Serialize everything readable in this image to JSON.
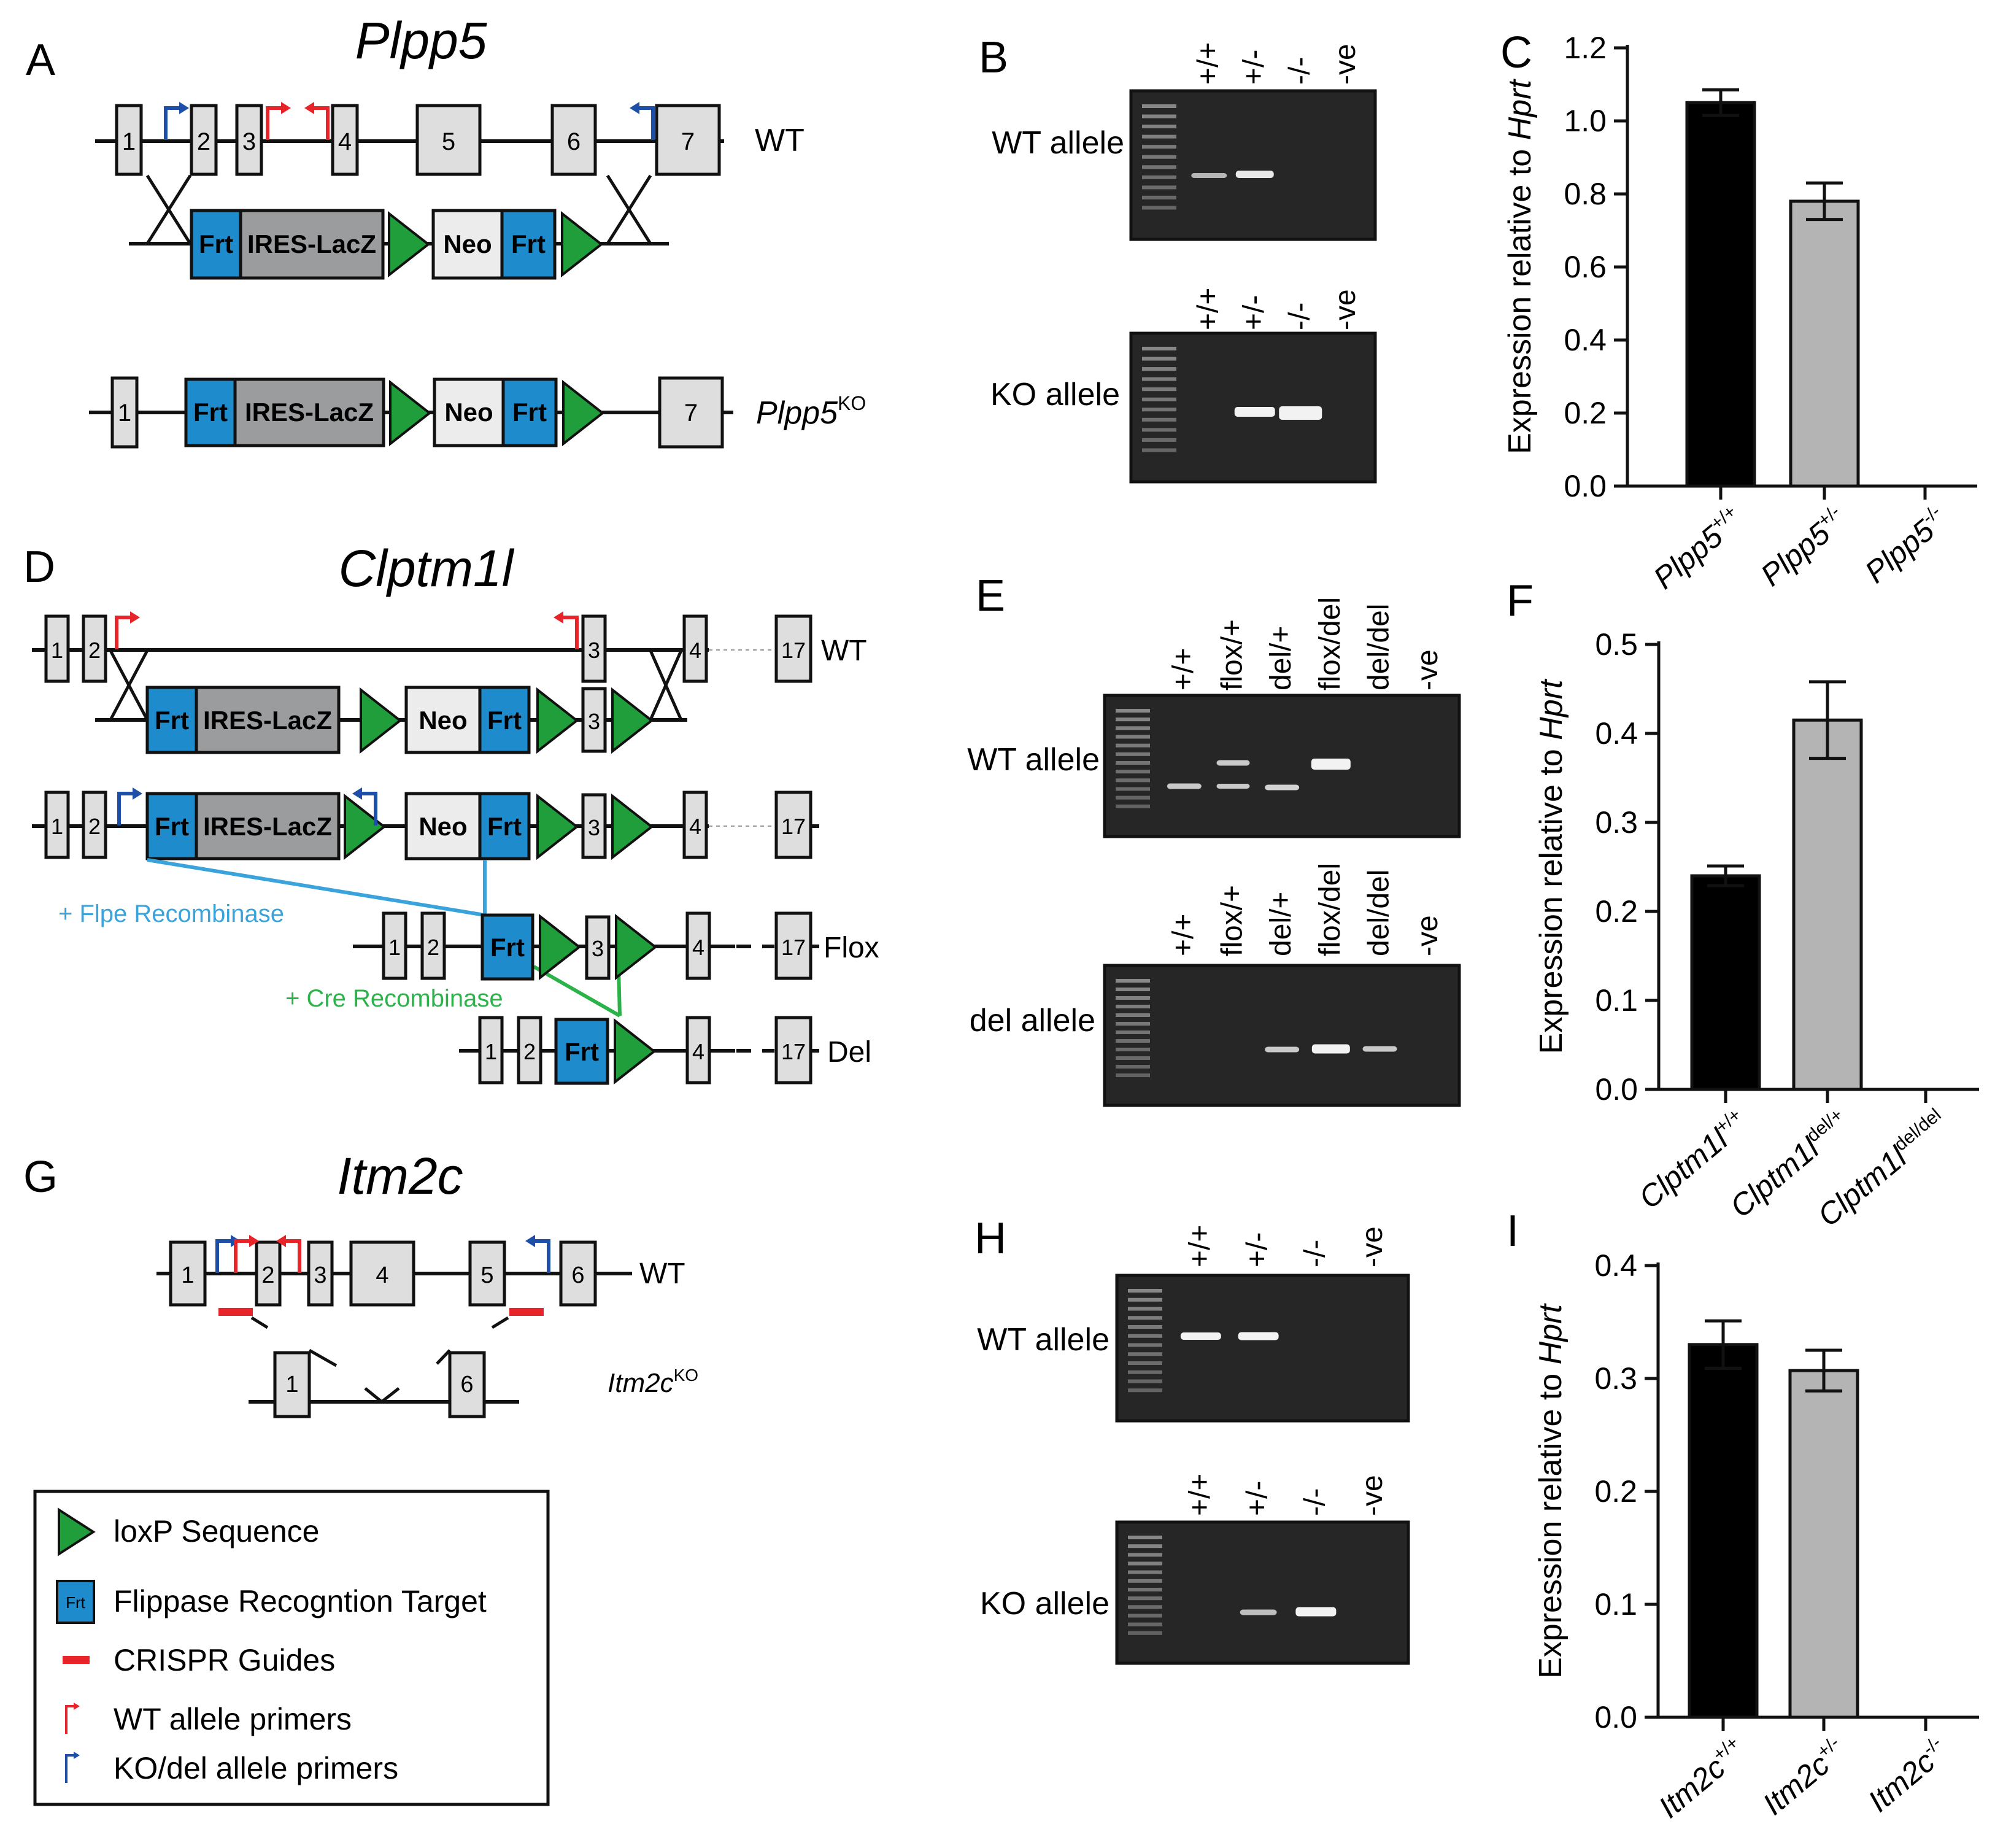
{
  "colors": {
    "frt": "#1e8ccc",
    "ires": "#9a9c9e",
    "exon": "#dedede",
    "neo": "#ececec",
    "loxp": "#1f9e3b",
    "primer_wt": "#e8242b",
    "primer_ko": "#1d4fa8",
    "flpe": "#3aa3dc",
    "cre": "#2bb34a",
    "crispr": "#e8242b",
    "bar_wt": "#000000",
    "bar_het": "#b4b4b4",
    "gel_bg": "#262626",
    "band": "#f2f2f2"
  },
  "panels": {
    "A": "A",
    "B": "B",
    "C": "C",
    "D": "D",
    "E": "E",
    "F": "F",
    "G": "G",
    "H": "H",
    "I": "I"
  },
  "gene_titles": {
    "plpp5": "Plpp5",
    "clptm1l": "Clptm1l",
    "itm2c": "Itm2c"
  },
  "panel_a": {
    "wt_label": "WT",
    "ko_label_base": "Plpp5",
    "ko_label_sup": "KO",
    "exons": [
      "1",
      "2",
      "3",
      "4",
      "5",
      "6",
      "7"
    ],
    "cassette": {
      "frt": "Frt",
      "ires": "IRES-LacZ",
      "neo": "Neo"
    }
  },
  "panel_d": {
    "exons": [
      "1",
      "2",
      "3",
      "4",
      "17"
    ],
    "labels": {
      "wt": "WT",
      "flox": "Flox",
      "del": "Del"
    },
    "flpe": "+ Flpe Recombinase",
    "cre": "+ Cre Recombinase",
    "cassette": {
      "frt": "Frt",
      "ires": "IRES-LacZ",
      "neo": "Neo"
    }
  },
  "panel_g": {
    "exons": [
      "1",
      "2",
      "3",
      "4",
      "5",
      "6"
    ],
    "wt_label": "WT",
    "ko_label_base": "Itm2c",
    "ko_label_sup": "KO"
  },
  "legend": {
    "loxp": "loxP Sequence",
    "frt_icon": "Frt",
    "frt": "Flippase Recogntion Target",
    "crispr": "CRISPR Guides",
    "wt_primers": "WT allele primers",
    "ko_primers": "KO/del allele primers"
  },
  "gels": {
    "B": {
      "top_label": "WT allele",
      "bottom_label": "KO allele",
      "lanes": [
        "+/+",
        "+/-",
        "-/-",
        "-ve"
      ]
    },
    "E": {
      "top_label": "WT allele",
      "bottom_label": "del allele",
      "lanes": [
        "+/+",
        "flox/+",
        "del/+",
        "flox/del",
        "del/del",
        "-ve"
      ]
    },
    "H": {
      "top_label": "WT allele",
      "bottom_label": "KO allele",
      "lanes": [
        "+/+",
        "+/-",
        "-/-",
        "-ve"
      ]
    }
  },
  "chart_data": [
    {
      "type": "bar",
      "panel": "C",
      "ylabel_prefix": "Expression relative to ",
      "ylabel_italic": "Hprt",
      "categories": [
        {
          "base": "Plpp5",
          "sup": "+/+"
        },
        {
          "base": "Plpp5",
          "sup": "+/-"
        },
        {
          "base": "Plpp5",
          "sup": "-/-"
        }
      ],
      "values": [
        1.05,
        0.78,
        0.0
      ],
      "errors": [
        0.035,
        0.05,
        0.0
      ],
      "ylim": [
        0,
        1.2
      ],
      "yticks": [
        "0.0",
        "0.2",
        "0.4",
        "0.6",
        "0.8",
        "1.0",
        "1.2"
      ]
    },
    {
      "type": "bar",
      "panel": "F",
      "ylabel_prefix": "Expression relative to ",
      "ylabel_italic": "Hprt",
      "categories": [
        {
          "base": "Clptm1l",
          "sup": "+/+"
        },
        {
          "base": "Clptm1l",
          "sup": "del/+"
        },
        {
          "base": "Clptm1l",
          "sup": "del/del"
        }
      ],
      "values": [
        0.24,
        0.415,
        0.0
      ],
      "errors": [
        0.011,
        0.043,
        0.0
      ],
      "ylim": [
        0,
        0.5
      ],
      "yticks": [
        "0.0",
        "0.1",
        "0.2",
        "0.3",
        "0.4",
        "0.5"
      ]
    },
    {
      "type": "bar",
      "panel": "I",
      "ylabel_prefix": "Expression relative to ",
      "ylabel_italic": "Hprt",
      "categories": [
        {
          "base": "Itm2c",
          "sup": "+/+"
        },
        {
          "base": "Itm2c",
          "sup": "+/-"
        },
        {
          "base": "Itm2c",
          "sup": "-/-"
        }
      ],
      "values": [
        0.33,
        0.307,
        0.0
      ],
      "errors": [
        0.021,
        0.018,
        0.0
      ],
      "ylim": [
        0,
        0.4
      ],
      "yticks": [
        "0.0",
        "0.1",
        "0.2",
        "0.3",
        "0.4"
      ]
    }
  ]
}
